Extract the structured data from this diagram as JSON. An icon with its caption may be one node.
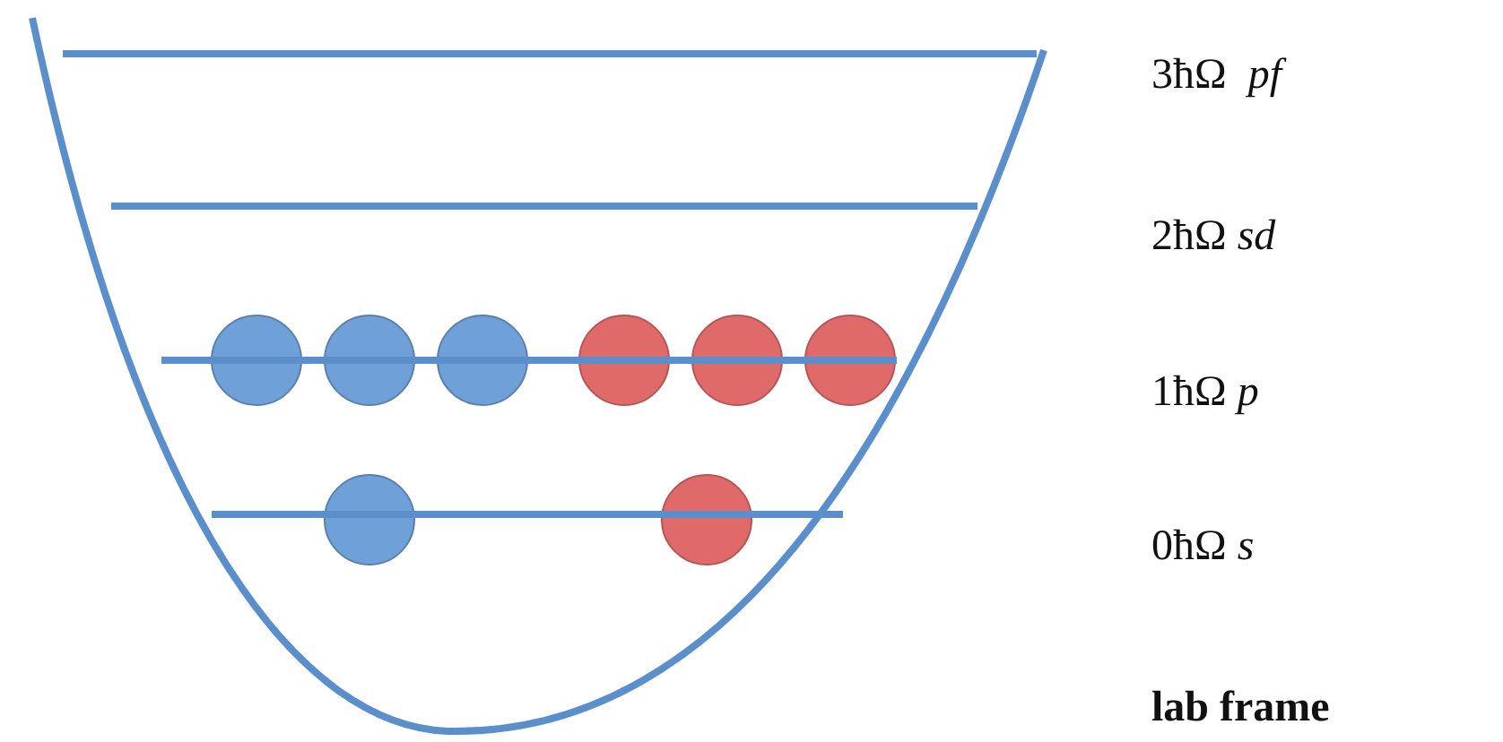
{
  "diagram": {
    "labels": [
      "3ħΩ  *pf*",
      "2ħΩ *sd*",
      "1ħΩ *p*",
      "0ħΩ *s*",
      "lab frame"
    ]
  }
}
